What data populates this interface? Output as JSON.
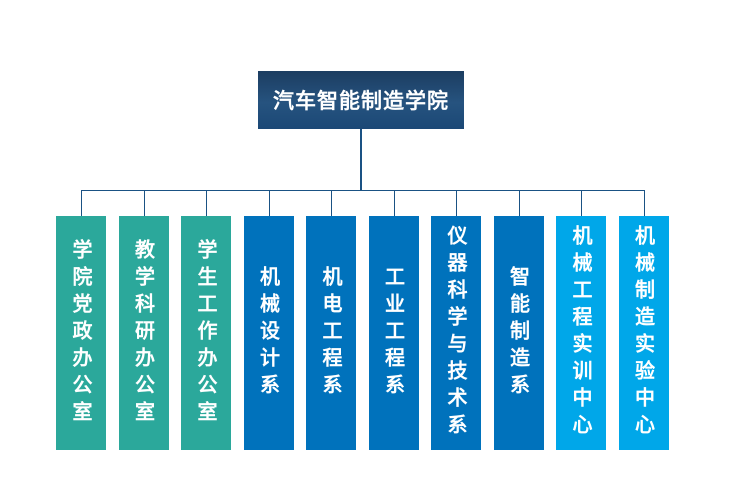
{
  "org_chart": {
    "root": {
      "label": "汽车智能制造学院"
    },
    "colors": {
      "root_top": "#1c3d61",
      "root_mid": "#26537f",
      "root_bottom": "#1b4876",
      "teal": "#2BA89B",
      "blue": "#0072BC",
      "light_blue": "#00A7E9",
      "line": "#1A5284",
      "node_text": "#ffffff",
      "background": "#ffffff"
    },
    "departments": [
      {
        "label": "学院党政办公室",
        "color": "teal"
      },
      {
        "label": "教学科研办公室",
        "color": "teal"
      },
      {
        "label": "学生工作办公室",
        "color": "teal"
      },
      {
        "label": "机械设计系",
        "color": "blue"
      },
      {
        "label": "机电工程系",
        "color": "blue"
      },
      {
        "label": "工业工程系",
        "color": "blue"
      },
      {
        "label": "仪器科学与技术系",
        "color": "blue"
      },
      {
        "label": "智能制造系",
        "color": "blue"
      },
      {
        "label": "机械工程实训中心",
        "color": "light_blue"
      },
      {
        "label": "机械制造实验中心",
        "color": "light_blue"
      }
    ]
  }
}
